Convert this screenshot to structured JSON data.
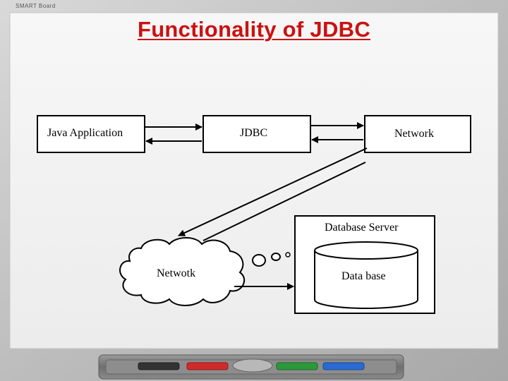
{
  "board": {
    "brand": "SMART Board"
  },
  "slide": {
    "title": "Functionality of JDBC"
  },
  "diagram": {
    "nodes": {
      "java_app": "Java Application",
      "jdbc": "JDBC",
      "network": "Network",
      "db_server": "Database Server",
      "database": "Data base",
      "cloud": "Netwotk"
    }
  },
  "tray": {
    "pens": [
      {
        "color": "#333333",
        "name": "black-pen"
      },
      {
        "color": "#d22a2a",
        "name": "red-pen"
      },
      {
        "color": "#2a9a3a",
        "name": "green-pen"
      },
      {
        "color": "#2a6ad2",
        "name": "blue-pen"
      }
    ]
  }
}
